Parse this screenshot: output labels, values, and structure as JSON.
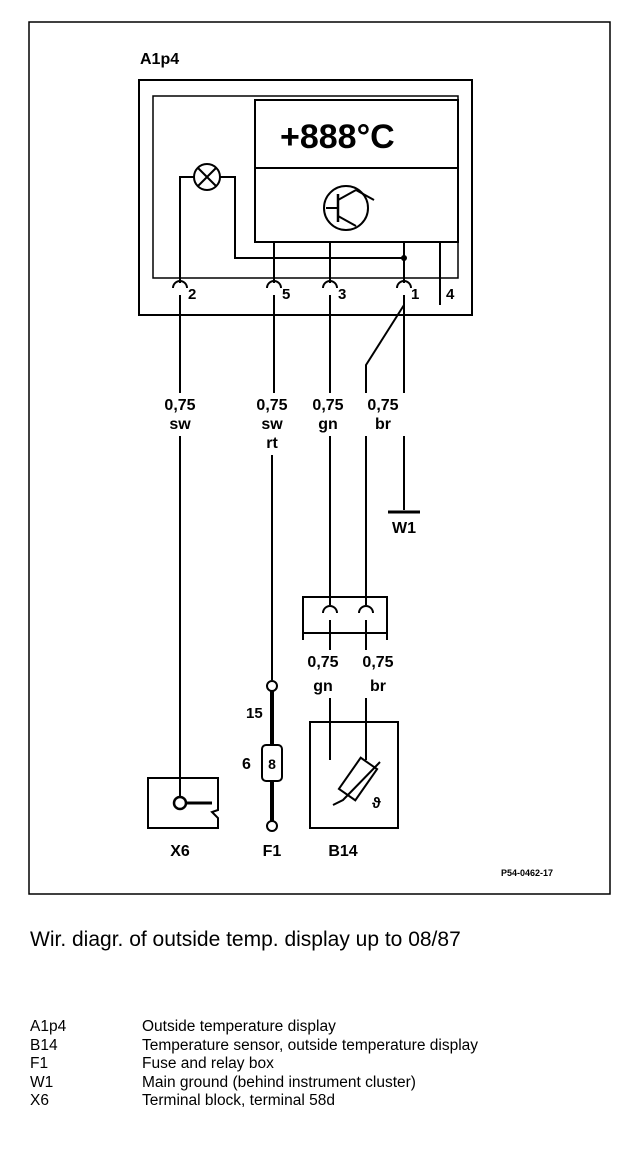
{
  "diagram": {
    "component_label": "A1p4",
    "display_readout": "+888°C",
    "pins": [
      "2",
      "5",
      "3",
      "1",
      "4"
    ],
    "wires": [
      {
        "size": "0,75",
        "color": "sw",
        "color2": ""
      },
      {
        "size": "0,75",
        "color": "sw",
        "color2": "rt"
      },
      {
        "size": "0,75",
        "color": "gn",
        "color2": ""
      },
      {
        "size": "0,75",
        "color": "br",
        "color2": ""
      }
    ],
    "ground_label": "W1",
    "sensor_wires": [
      {
        "size": "0,75",
        "color": "gn"
      },
      {
        "size": "0,75",
        "color": "br"
      }
    ],
    "fuse_terminal": "15",
    "fuse_number": "6",
    "fuse_rating": "8",
    "bottom_labels": [
      "X6",
      "F1",
      "B14"
    ],
    "drawing_id": "P54-0462-17"
  },
  "caption": "Wir. diagr. of outside temp. display up to 08/87",
  "legend": [
    {
      "code": "A1p4",
      "desc": "Outside temperature display"
    },
    {
      "code": "B14",
      "desc": "Temperature sensor, outside temperature display"
    },
    {
      "code": "F1",
      "desc": "Fuse and relay box"
    },
    {
      "code": "W1",
      "desc": "Main ground (behind instrument cluster)"
    },
    {
      "code": "X6",
      "desc": "Terminal block, terminal 58d"
    }
  ]
}
